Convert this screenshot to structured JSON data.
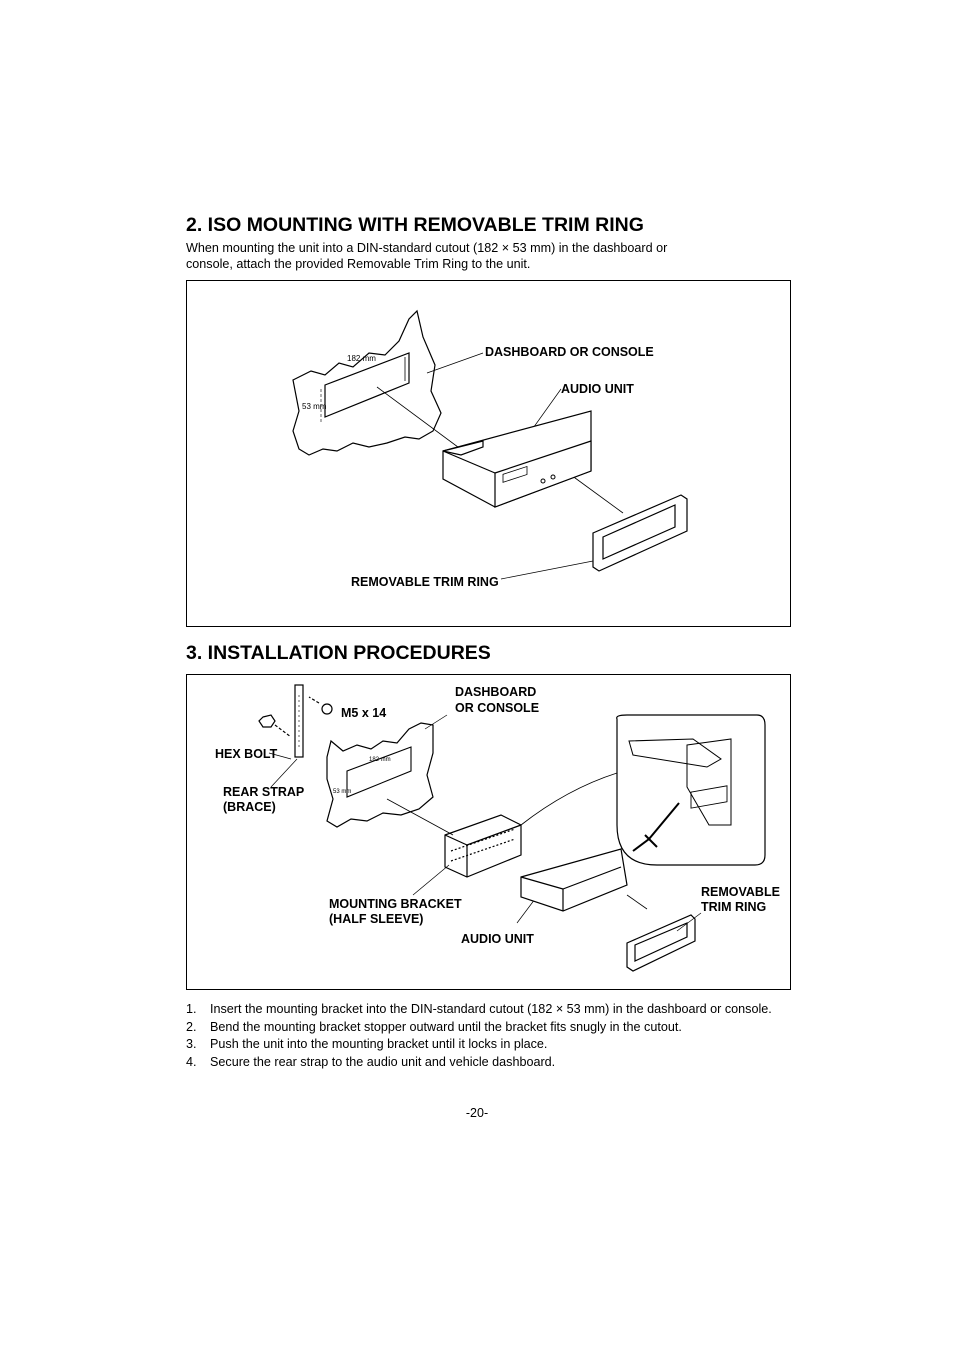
{
  "section2": {
    "heading": "2. ISO MOUNTING WITH REMOVABLE TRIM RING",
    "intro_line1": "When mounting the unit into a DIN-standard cutout (182 × 53 mm) in the dashboard or",
    "intro_line2": "console, attach the provided Removable Trim Ring to the unit.",
    "figure": {
      "dashboard_label": "DASHBOARD OR CONSOLE",
      "audio_unit_label": "AUDIO UNIT",
      "trim_ring_label": "REMOVABLE TRIM RING",
      "width_dim": "182 mm",
      "height_dim": "53 mm"
    }
  },
  "section3": {
    "heading": "3. INSTALLATION PROCEDURES",
    "figure": {
      "dashboard_label_line1": "DASHBOARD",
      "dashboard_label_line2": "OR CONSOLE",
      "screw_label": "M5 x 14",
      "hex_bolt_label": "HEX BOLT",
      "rear_strap_line1": "REAR STRAP",
      "rear_strap_line2": "(BRACE)",
      "bracket_line1": "MOUNTING BRACKET",
      "bracket_line2": "(HALF SLEEVE)",
      "audio_unit_label": "AUDIO UNIT",
      "trim_ring_line1": "REMOVABLE",
      "trim_ring_line2": "TRIM RING",
      "width_dim": "182 mm",
      "height_dim": "53 mm"
    },
    "steps": [
      {
        "num": "1.",
        "text": "Insert the mounting bracket into the DIN-standard cutout (182 × 53 mm) in the dashboard or console."
      },
      {
        "num": "2.",
        "text": "Bend the mounting bracket stopper outward until the bracket fits snugly in the cutout."
      },
      {
        "num": "3.",
        "text": "Push the unit into the mounting bracket until it locks in place."
      },
      {
        "num": "4.",
        "text": "Secure the rear strap to the audio unit and vehicle dashboard."
      }
    ]
  },
  "page_number": "-20-"
}
